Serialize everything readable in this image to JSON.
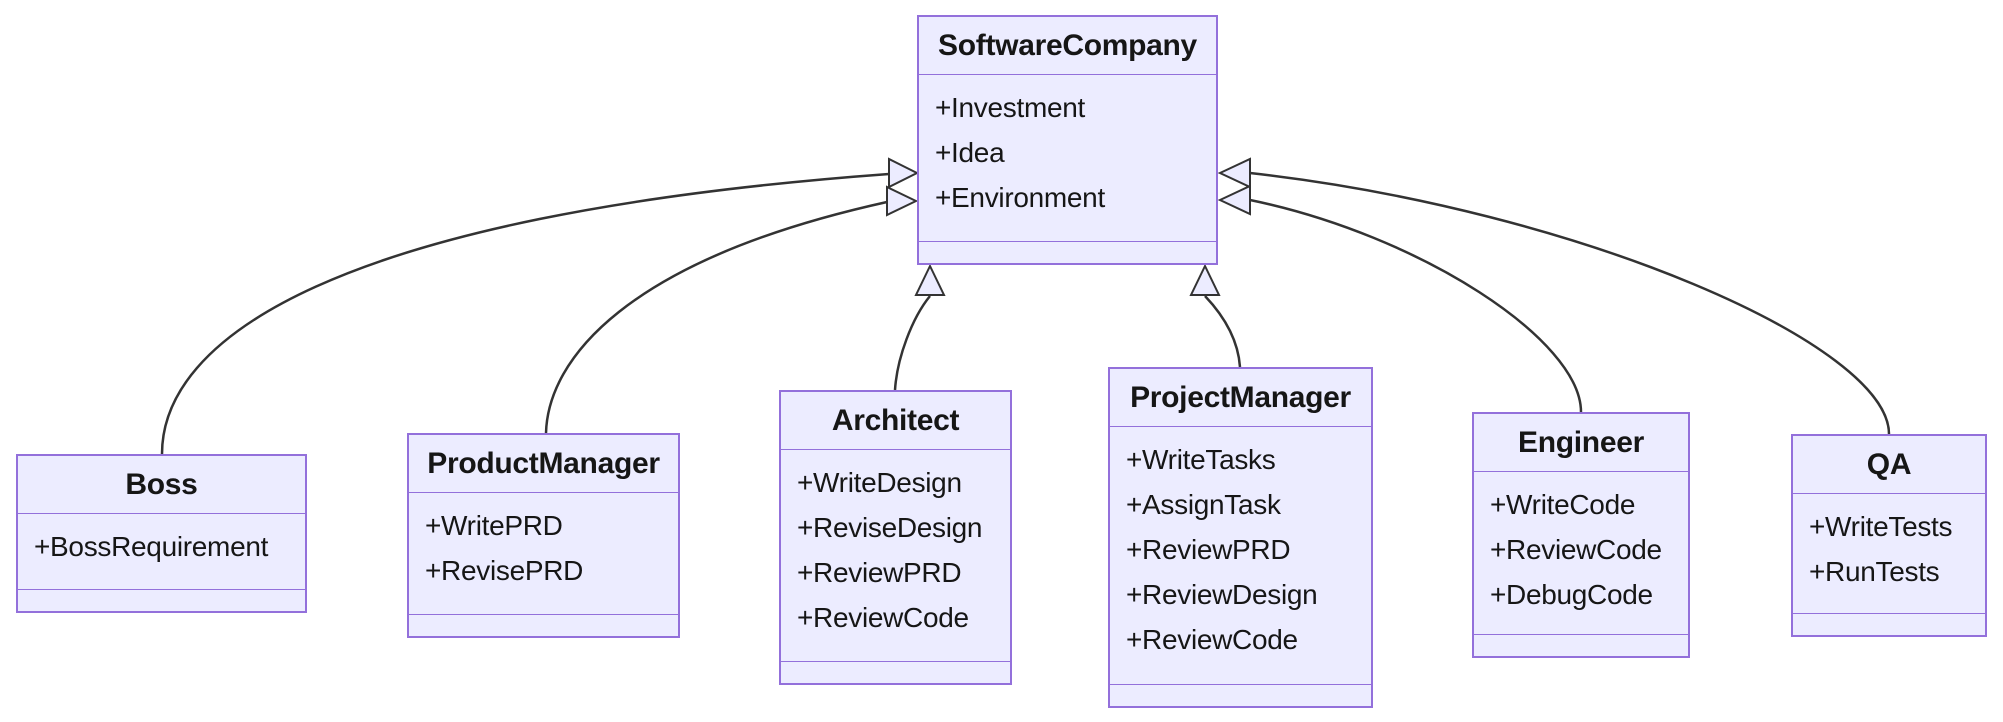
{
  "diagram": {
    "type": "uml-class-diagram",
    "relationship_type": "inheritance",
    "colors": {
      "node_fill": "#ECECFF",
      "node_border": "#9370DB",
      "edge_line": "#333333",
      "arrowhead_fill": "#ECECFF",
      "text": "#161616",
      "background": "#FFFFFF"
    }
  },
  "classes": {
    "software_company": {
      "name": "SoftwareCompany",
      "attributes": [
        "+Investment",
        "+Idea",
        "+Environment"
      ],
      "methods": []
    },
    "boss": {
      "name": "Boss",
      "attributes": [
        "+BossRequirement"
      ],
      "methods": []
    },
    "product_manager": {
      "name": "ProductManager",
      "attributes": [
        "+WritePRD",
        "+RevisePRD"
      ],
      "methods": []
    },
    "architect": {
      "name": "Architect",
      "attributes": [
        "+WriteDesign",
        "+ReviseDesign",
        "+ReviewPRD",
        "+ReviewCode"
      ],
      "methods": []
    },
    "project_manager": {
      "name": "ProjectManager",
      "attributes": [
        "+WriteTasks",
        "+AssignTask",
        "+ReviewPRD",
        "+ReviewDesign",
        "+ReviewCode"
      ],
      "methods": []
    },
    "engineer": {
      "name": "Engineer",
      "attributes": [
        "+WriteCode",
        "+ReviewCode",
        "+DebugCode"
      ],
      "methods": []
    },
    "qa": {
      "name": "QA",
      "attributes": [
        "+WriteTests",
        "+RunTests"
      ],
      "methods": []
    }
  },
  "edges": [
    {
      "from": "Boss",
      "to": "SoftwareCompany",
      "type": "inheritance"
    },
    {
      "from": "ProductManager",
      "to": "SoftwareCompany",
      "type": "inheritance"
    },
    {
      "from": "Architect",
      "to": "SoftwareCompany",
      "type": "inheritance"
    },
    {
      "from": "ProjectManager",
      "to": "SoftwareCompany",
      "type": "inheritance"
    },
    {
      "from": "Engineer",
      "to": "SoftwareCompany",
      "type": "inheritance"
    },
    {
      "from": "QA",
      "to": "SoftwareCompany",
      "type": "inheritance"
    }
  ]
}
